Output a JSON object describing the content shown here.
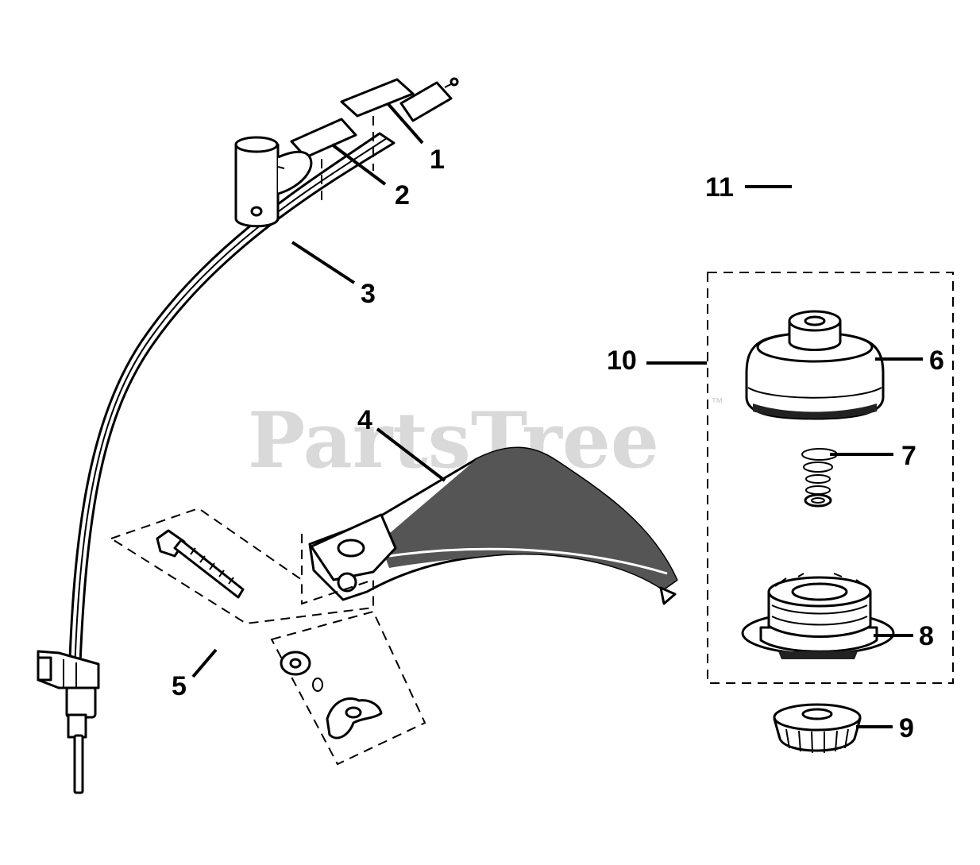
{
  "watermark": {
    "text": "PartsTree",
    "trademark": "™"
  },
  "callouts": [
    {
      "id": "1",
      "label": "1"
    },
    {
      "id": "2",
      "label": "2"
    },
    {
      "id": "3",
      "label": "3"
    },
    {
      "id": "4",
      "label": "4"
    },
    {
      "id": "5",
      "label": "5"
    },
    {
      "id": "6",
      "label": "6"
    },
    {
      "id": "7",
      "label": "7"
    },
    {
      "id": "8",
      "label": "8"
    },
    {
      "id": "9",
      "label": "9"
    },
    {
      "id": "10",
      "label": "10"
    },
    {
      "id": "11",
      "label": "11"
    }
  ]
}
